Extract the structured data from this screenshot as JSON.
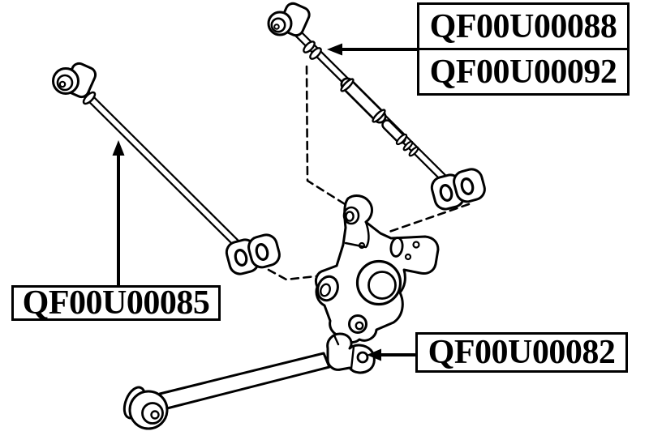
{
  "page": {
    "background": "#ffffff",
    "ink_color": "#000000"
  },
  "part_labels": {
    "upper_rod": {
      "row1": "QF00U00088",
      "row2": "QF00U00092"
    },
    "left_rod": {
      "row1": "QF00U00085"
    },
    "lower_arm": {
      "row1": "QF00U00082"
    }
  }
}
